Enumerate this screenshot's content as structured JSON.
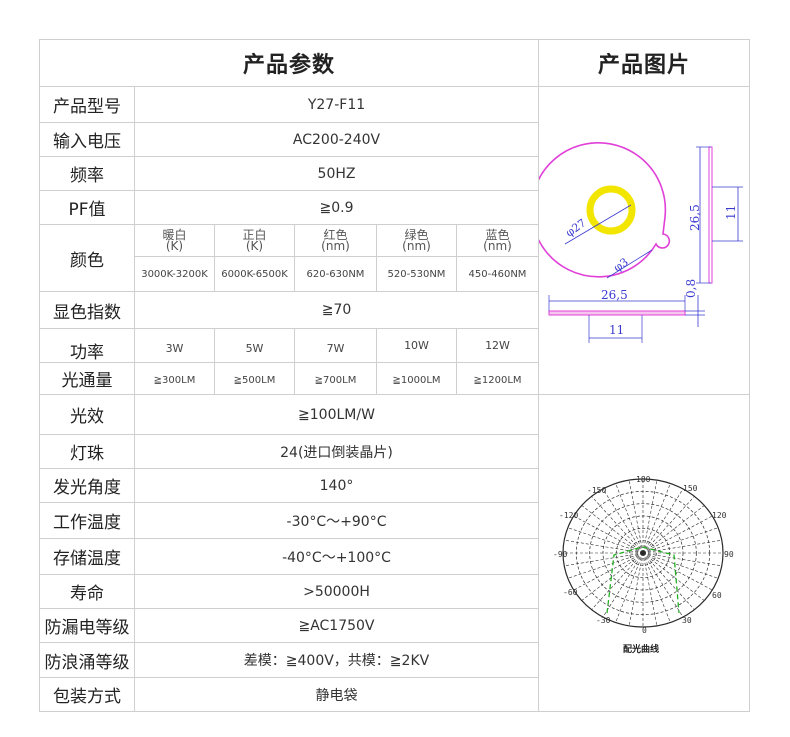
{
  "header": {
    "params_title": "产品参数",
    "images_title": "产品图片"
  },
  "rows": [
    {
      "label": "产品型号",
      "value": "Y27-F11"
    },
    {
      "label": "输入电压",
      "value": "AC200-240V"
    },
    {
      "label": "频率",
      "value": "50HZ"
    },
    {
      "label": "PF值",
      "value": "≧0.9"
    },
    {
      "label": "颜色"
    },
    {
      "label": "显色指数",
      "value": "≧70"
    },
    {
      "label": "功率"
    },
    {
      "label": "光通量"
    },
    {
      "label": "光效",
      "value": "≧100LM/W"
    },
    {
      "label": "灯珠",
      "value": "24(进口倒装晶片)"
    },
    {
      "label": "发光角度",
      "value": "140°"
    },
    {
      "label": "工作温度",
      "value": "-30°C～+90°C"
    },
    {
      "label": "存储温度",
      "value": "-40°C～+100°C"
    },
    {
      "label": "寿命",
      "value": ">50000H"
    },
    {
      "label": "防漏电等级",
      "value": "≧AC1750V"
    },
    {
      "label": "防浪涌等级",
      "value": "差模：≧400V，共模：≧2KV"
    },
    {
      "label": "包装方式",
      "value": "静电袋"
    }
  ],
  "colors": [
    {
      "name": "暖白",
      "unit": "(K)",
      "range": "3000K-3200K"
    },
    {
      "name": "正白",
      "unit": "(K)",
      "range": "6000K-6500K"
    },
    {
      "name": "红色",
      "unit": "(nm)",
      "range": "620-630NM"
    },
    {
      "name": "绿色",
      "unit": "(nm)",
      "range": "520-530NM"
    },
    {
      "name": "蓝色",
      "unit": "(nm)",
      "range": "450-460NM"
    }
  ],
  "power": [
    "3W",
    "5W",
    "7W",
    "10W",
    "12W"
  ],
  "flux": [
    "≧300LM",
    "≧500LM",
    "≧700LM",
    "≧1000LM",
    "≧1200LM"
  ],
  "drawing": {
    "dim_diameter": "φ27",
    "dim_hole": "φ3",
    "dim_width": "26,5",
    "dim_height": "26,5",
    "dim_inner": "11",
    "dim_inner_bottom": "11",
    "dim_thickness": "0,8"
  },
  "polar": {
    "caption": "配光曲线",
    "angles": [
      "180",
      "-150",
      "150",
      "-120",
      "120",
      "-90",
      "90",
      "-60",
      "60",
      "-30",
      "0",
      "30"
    ]
  },
  "palette": {
    "board": "#e040d8",
    "led_ring": "#f2e600",
    "dimension": "#3a3ad0",
    "grid": "#2a2a2a",
    "curve": "#22b022",
    "line": "#cfcfcf"
  }
}
